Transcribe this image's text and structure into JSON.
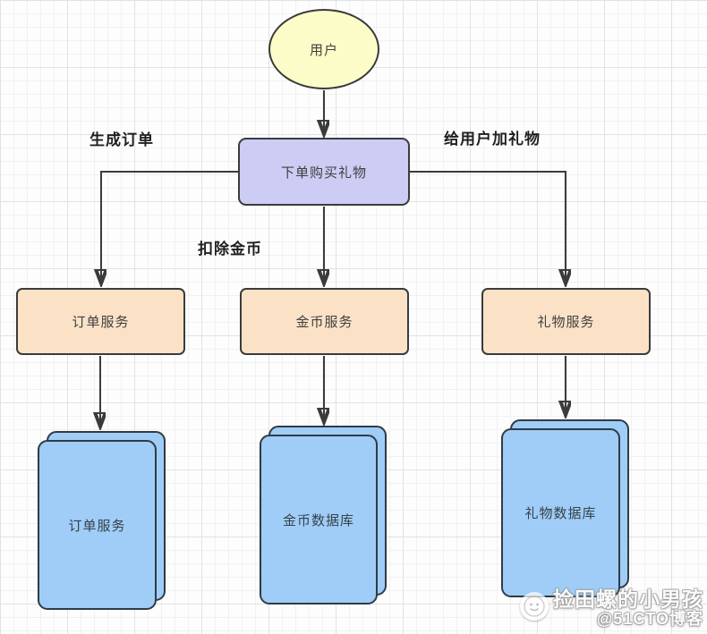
{
  "diagram": {
    "user": {
      "label": "用户"
    },
    "purchase": {
      "label": "下单购买礼物"
    },
    "services": [
      {
        "id": "order-service",
        "label": "订单服务"
      },
      {
        "id": "coin-service",
        "label": "金币服务"
      },
      {
        "id": "gift-service",
        "label": "礼物服务"
      }
    ],
    "databases": [
      {
        "id": "order-db",
        "label": "订单服务"
      },
      {
        "id": "coin-db",
        "label": "金币数据库"
      },
      {
        "id": "gift-db",
        "label": "礼物数据库"
      }
    ],
    "edge_labels": [
      {
        "id": "generate-order",
        "text": "生成订单"
      },
      {
        "id": "add-gift-to-user",
        "text": "给用户加礼物"
      },
      {
        "id": "deduct-coins",
        "text": "扣除金币"
      }
    ],
    "colors": {
      "ellipse_fill": "#FCFCC8",
      "purchase_fill": "#CCCCF4",
      "service_fill": "#FBE2C7",
      "database_fill": "#9FCDF7",
      "edge_stroke": "#3B3B3B",
      "database_stroke": "#2F3B46"
    }
  },
  "watermark": {
    "author": "捡田螺的小男孩",
    "site": "@51CTO博客"
  }
}
